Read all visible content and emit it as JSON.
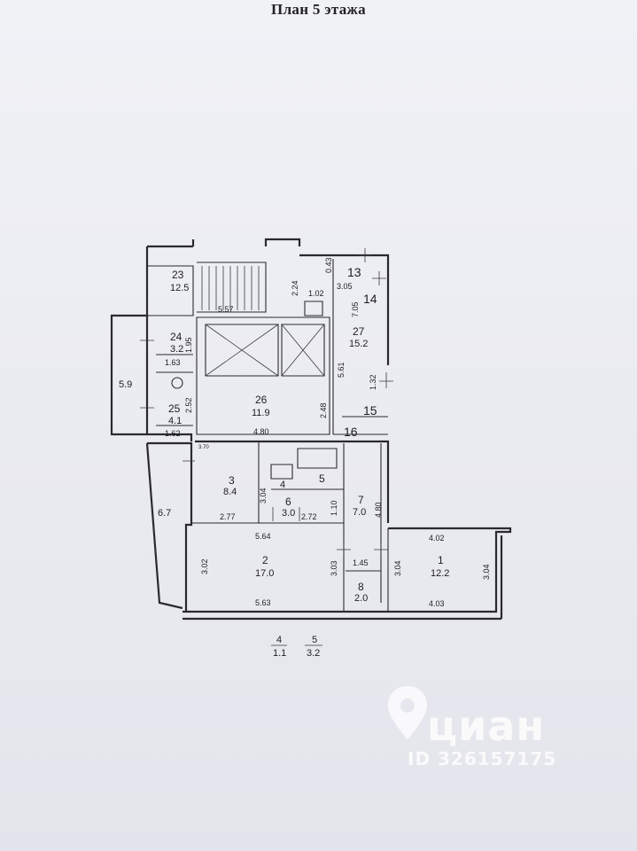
{
  "header": {
    "title": "План 5 этажа"
  },
  "rooms": {
    "r23": {
      "num": "23",
      "area": "12.5"
    },
    "r24": {
      "num": "24",
      "area": "3.2"
    },
    "r25": {
      "num": "25",
      "area": "4.1"
    },
    "r26": {
      "num": "26",
      "area": "11.9"
    },
    "r27": {
      "num": "27",
      "area": "15.2"
    },
    "r13": {
      "num": "13"
    },
    "r14": {
      "num": "14"
    },
    "r15": {
      "num": "15"
    },
    "r16": {
      "num": "16"
    },
    "r3": {
      "num": "3",
      "area": "8.4"
    },
    "r4": {
      "num": "4"
    },
    "r5": {
      "num": "5"
    },
    "r6": {
      "num": "6",
      "area": "3.0"
    },
    "r7": {
      "num": "7",
      "area": "7.0"
    },
    "r2": {
      "num": "2",
      "area": "17.0"
    },
    "r8": {
      "num": "8",
      "area": "2.0"
    },
    "r1": {
      "num": "1",
      "area": "12.2"
    }
  },
  "dims": {
    "d557": "5.57",
    "d224": "2.24",
    "d043": "0.43",
    "d305": "3.05",
    "d102": "1.02",
    "d705": "7.05",
    "d195": "1.95",
    "d163": "1.63",
    "d59": "5.9",
    "d252": "2.52",
    "d162": "1.62",
    "d480a": "4.80",
    "d561": "5.61",
    "d132": "1.32",
    "d248": "2.48",
    "d67": "6.7",
    "d304a": "3.04",
    "d277": "2.77",
    "d272": "2.72",
    "d110": "1.10",
    "d480b": "4.80",
    "d564": "5.64",
    "d302": "3.02",
    "d303": "3.03",
    "d145": "1.45",
    "d304b": "3.04",
    "d402": "4.02",
    "d304c": "3.04",
    "d563": "5.63",
    "d403": "4.03",
    "dstrange": "3.70"
  },
  "legend": {
    "a": {
      "num": "4",
      "area": "1.1"
    },
    "b": {
      "num": "5",
      "area": "3.2"
    }
  },
  "watermark": {
    "brand": "циан",
    "id": "ID 326157175"
  }
}
